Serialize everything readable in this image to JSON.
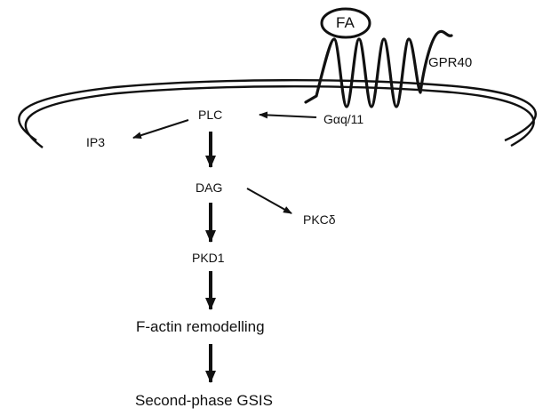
{
  "diagram": {
    "ligand": "FA",
    "receptor": "GPR40",
    "g_protein": "Gαq/11",
    "nodes": {
      "plc": "PLC",
      "ip3": "IP3",
      "dag": "DAG",
      "pkc": "PKCδ",
      "pkd1": "PKD1",
      "actin": "F-actin remodelling",
      "gsis": "Second-phase GSIS"
    }
  }
}
